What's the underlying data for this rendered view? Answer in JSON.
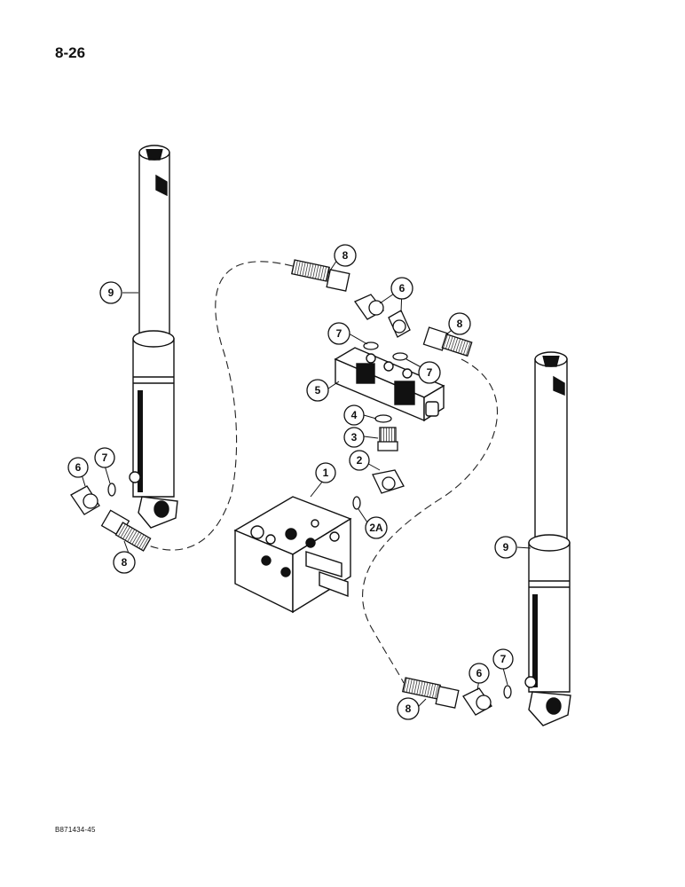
{
  "page": {
    "number": "8-26",
    "code": "B871434-45"
  },
  "callouts": {
    "c1": "1",
    "c2": "2",
    "c2a": "2A",
    "c3": "3",
    "c4": "4",
    "c5": "5",
    "c6a": "6",
    "c6b": "6",
    "c6c": "6",
    "c7a": "7",
    "c7b": "7",
    "c7c": "7",
    "c7d": "7",
    "c8a": "8",
    "c8b": "8",
    "c8c": "8",
    "c8d": "8",
    "c9a": "9",
    "c9b": "9"
  }
}
